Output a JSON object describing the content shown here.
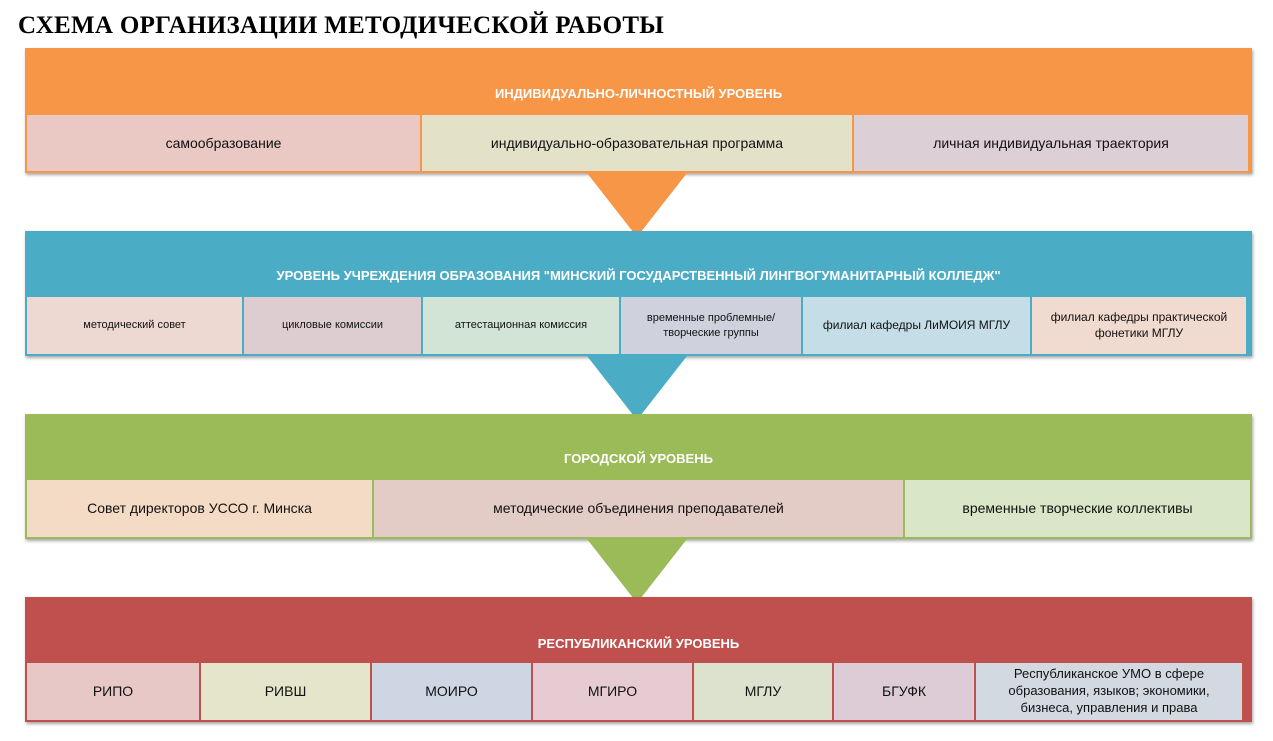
{
  "title": "СХЕМА ОРГАНИЗАЦИИ МЕТОДИЧЕСКОЙ РАБОТЫ",
  "levels": [
    {
      "header": "ИНДИВИДУАЛЬНО-ЛИЧНОСТНЫЙ УРОВЕНЬ",
      "color": "#F79646",
      "items": [
        {
          "label": "самообразование",
          "color": "#EAC8C3"
        },
        {
          "label": "индивидуально-образовательная программа",
          "color": "#E3E2C8"
        },
        {
          "label": "личная индивидуальная траектория",
          "color": "#DDCFD6"
        }
      ]
    },
    {
      "header": "УРОВЕНЬ УЧРЕЖДЕНИЯ ОБРАЗОВАНИЯ \"МИНСКИЙ ГОСУДАРСТВЕННЫЙ ЛИНГВОГУМАНИТАРНЫЙ КОЛЛЕДЖ\"",
      "color": "#4BACC6",
      "items": [
        {
          "label": "методический совет",
          "color": "#EDD8D2"
        },
        {
          "label": "цикловые комиссии",
          "color": "#DDCDD0"
        },
        {
          "label": "аттестационная комиссия",
          "color": "#D2E4D6"
        },
        {
          "label": "временные проблемные/творческие группы",
          "color": "#CFD2DD"
        },
        {
          "label": "филиал кафедры ЛиМОИЯ  МГЛУ",
          "color": "#C5DDE6"
        },
        {
          "label": "филиал кафедры практической фонетики МГЛУ",
          "color": "#F1DAD0"
        }
      ]
    },
    {
      "header": "ГОРОДСКОЙ УРОВЕНЬ",
      "color": "#9BBB59",
      "items": [
        {
          "label": "Совет директоров УССО г. Минска",
          "color": "#F4DBC6"
        },
        {
          "label": "методические объединения преподавателей",
          "color": "#E3CCC5"
        },
        {
          "label": "временные творческие коллективы",
          "color": "#DAE6C8"
        }
      ]
    },
    {
      "header": "РЕСПУБЛИКАНСКИЙ УРОВЕНЬ",
      "color": "#C0504D",
      "items": [
        {
          "label": "РИПО",
          "color": "#E8C8C6"
        },
        {
          "label": "РИВШ",
          "color": "#E5E5CC"
        },
        {
          "label": "МОИРО",
          "color": "#CED5E3"
        },
        {
          "label": "МГИРО",
          "color": "#E6CCD2"
        },
        {
          "label": "МГЛУ",
          "color": "#DDE2CE"
        },
        {
          "label": "БГУФК",
          "color": "#DDCCD6"
        },
        {
          "label": "Республиканское УМО в сфере образования, языков; экономики, бизнеса, управления и права",
          "color": "#D3D9E0"
        }
      ]
    }
  ]
}
